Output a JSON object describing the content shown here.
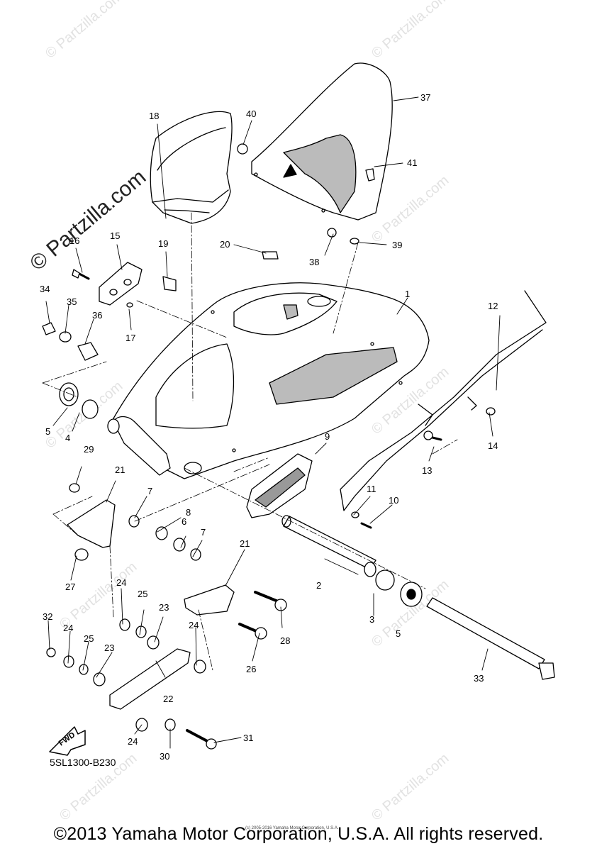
{
  "watermark": "© Partzilla.com",
  "diagram_code": "5SL1300-B230",
  "tiny_copyright": "(c) 2005-2016 Yamaha Motor Corporation, U.S.A.",
  "copyright": "©2013 Yamaha Motor Corporation, U.S.A. All rights reserved.",
  "fwd_label": "FWD",
  "callouts": [
    "1",
    "2",
    "3",
    "4",
    "5",
    "5",
    "6",
    "7",
    "7",
    "8",
    "9",
    "10",
    "11",
    "12",
    "13",
    "14",
    "15",
    "16",
    "17",
    "18",
    "19",
    "20",
    "21",
    "21",
    "22",
    "23",
    "23",
    "24",
    "24",
    "24",
    "24",
    "25",
    "25",
    "26",
    "27",
    "28",
    "29",
    "30",
    "31",
    "32",
    "33",
    "34",
    "35",
    "36",
    "37",
    "38",
    "39",
    "40",
    "41"
  ]
}
